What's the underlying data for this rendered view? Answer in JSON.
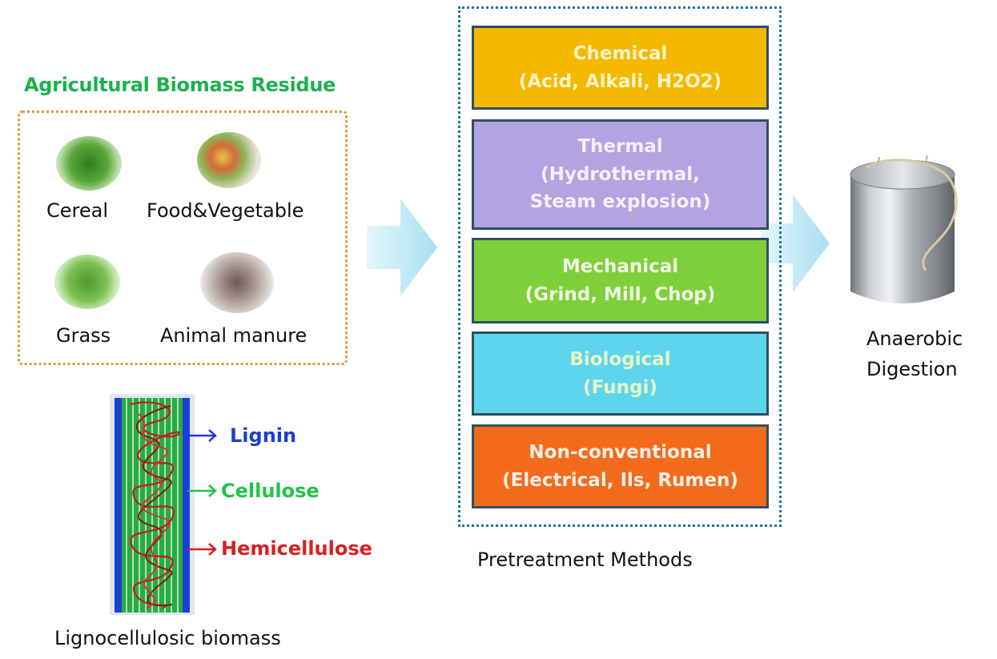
{
  "residue": {
    "title": "Agricultural Biomass Residue",
    "items": [
      {
        "label": "Cereal",
        "icon": "cereal-icon"
      },
      {
        "label": "Food&Vegetable",
        "icon": "food-vegetable-icon"
      },
      {
        "label": "Grass",
        "icon": "grass-icon"
      },
      {
        "label": "Animal manure",
        "icon": "animal-manure-icon"
      }
    ]
  },
  "lignocellulose": {
    "components": [
      {
        "label": "Lignin",
        "color": "#1a3fd6"
      },
      {
        "label": "Cellulose",
        "color": "#22c24c"
      },
      {
        "label": "Hemicellulose",
        "color": "#d62020"
      }
    ],
    "caption": "Lignocellulosic biomass"
  },
  "pretreatment": {
    "caption": "Pretreatment Methods",
    "methods": [
      {
        "name": "Chemical",
        "detail": "(Acid, Alkali, H2O2)",
        "color": "#f5b800",
        "text_color": "#fdf3c8"
      },
      {
        "name": "Thermal",
        "detail_lines": [
          "(Hydrothermal,",
          "Steam explosion)"
        ],
        "color": "#b3a3e0",
        "text_color": "#f3efff"
      },
      {
        "name": "Mechanical",
        "detail": "(Grind, Mill, Chop)",
        "color": "#7ed03a",
        "text_color": "#f2fbe6"
      },
      {
        "name": "Biological",
        "detail": "(Fungi)",
        "color": "#5ed5ee",
        "text_color": "#e6f7c4"
      },
      {
        "name": "Non-conventional",
        "detail": "(Electrical, Ils, Rumen)",
        "color": "#f26b1d",
        "text_color": "#fff1e6"
      }
    ]
  },
  "digestion": {
    "label_lines": [
      "Anaerobic",
      "Digestion"
    ],
    "icon": "digester-tank-icon"
  }
}
